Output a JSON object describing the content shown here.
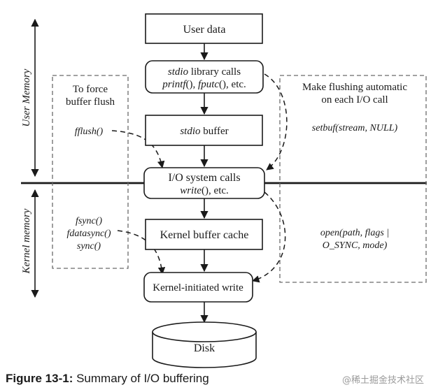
{
  "boxes": {
    "user_data": "User data",
    "stdio_calls": {
      "line1_italic": "stdio",
      "line1_rest": " library calls",
      "line2_fn1": "printf",
      "line2_sep1": "(), ",
      "line2_fn2": "fputc",
      "line2_rest": "(), etc."
    },
    "stdio_buffer": {
      "italic": "stdio",
      "rest": " buffer"
    },
    "io_syscalls": {
      "line1": "I/O system calls",
      "line2_fn": "write",
      "line2_rest": "(), etc."
    },
    "kernel_buffer": "Kernel buffer cache",
    "kernel_write": "Kernel-initiated write",
    "disk": "Disk"
  },
  "left_panel": {
    "title_line1": "To force",
    "title_line2": "buffer flush",
    "fflush": "fflush()",
    "fsync": "fsync()",
    "fdatasync": "fdatasync()",
    "sync": "sync()"
  },
  "right_panel": {
    "title_line1": "Make flushing automatic",
    "title_line2": "on each I/O call",
    "setbuf": "setbuf(stream, NULL)",
    "open_line1": "open(path, flags |",
    "open_line2": "O_SYNC, mode)"
  },
  "axis": {
    "user_memory": "User Memory",
    "kernel_memory": "Kernel memory"
  },
  "caption": {
    "label": "Figure 13-1:",
    "text": " Summary of I/O buffering"
  },
  "watermark": "@稀土掘金技术社区"
}
